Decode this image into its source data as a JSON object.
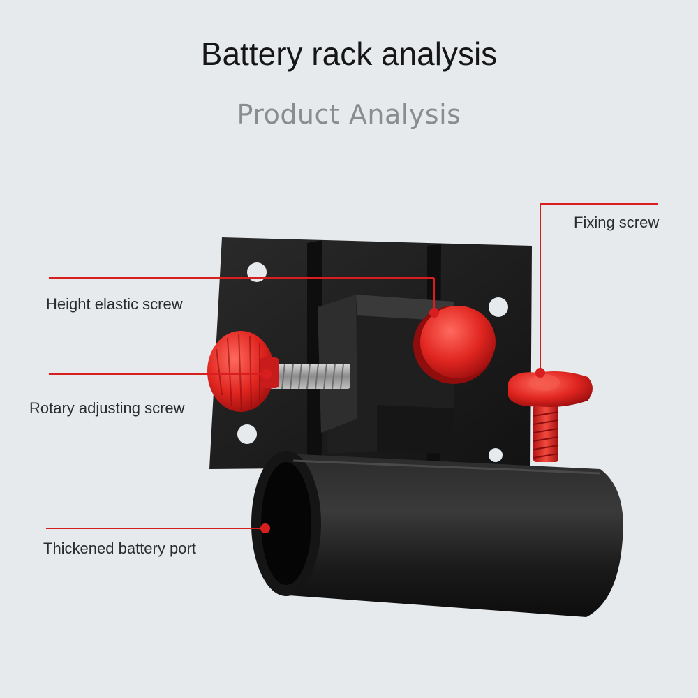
{
  "header": {
    "title": "Battery rack analysis",
    "subtitle": "Product Analysis"
  },
  "callouts": {
    "fixing_screw": "Fixing screw",
    "height_elastic_screw": "Height elastic screw",
    "rotary_adjusting_screw": "Rotary adjusting screw",
    "thickened_battery_port": "Thickened battery port"
  },
  "colors": {
    "background": "#e6eaed",
    "accent_red": "#d81e1e",
    "metal_black": "#1b1b1b",
    "knob_red": "#e02a2a"
  }
}
